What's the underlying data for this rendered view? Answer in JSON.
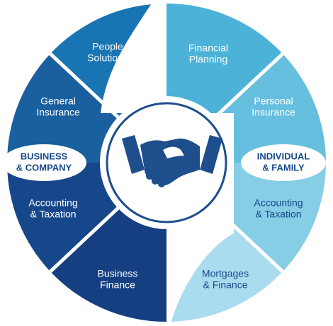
{
  "left": {
    "title_lines": [
      "BUSINESS",
      "& COMPANY"
    ],
    "segments": [
      {
        "lines": [
          "People",
          "Solutions"
        ],
        "color": "#1874b2"
      },
      {
        "lines": [
          "General",
          "Insurance"
        ],
        "color": "#1a5f9e"
      },
      {
        "lines": [
          "Accounting",
          "& Taxation"
        ],
        "color": "#17478b"
      },
      {
        "lines": [
          "Business",
          "Finance"
        ],
        "color": "#153f80"
      }
    ]
  },
  "right": {
    "title_lines": [
      "INDIVIDUAL",
      "& FAMILY"
    ],
    "segments": [
      {
        "lines": [
          "Financial",
          "Planning"
        ],
        "color": "#4cb2d8"
      },
      {
        "lines": [
          "Personal",
          "Insurance"
        ],
        "color": "#66bfdf"
      },
      {
        "lines": [
          "Accounting",
          "& Taxation"
        ],
        "color": "#86cde6"
      },
      {
        "lines": [
          "Mortgages",
          "& Finance"
        ],
        "color": "#a9dcee"
      }
    ]
  },
  "center_icon": "handshake-icon",
  "colors": {
    "accent_dark": "#16498a",
    "ring_border": "#1e4e8c"
  }
}
